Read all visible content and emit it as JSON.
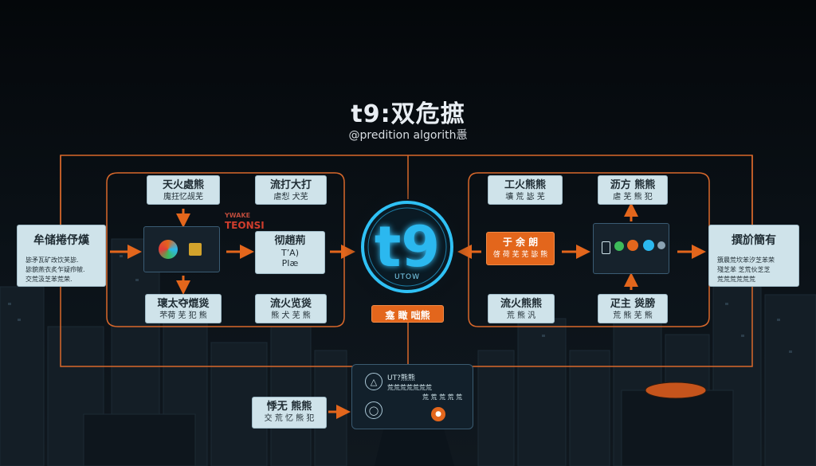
{
  "header": {
    "title": "t9:双危摭",
    "subtitle": "@predition algorith㥯"
  },
  "hub": {
    "logo": "t9",
    "caption": "UTOW"
  },
  "storefront_sign": {
    "line1": "YWAKE",
    "line2": "TEONSI"
  },
  "left_sidebar": {
    "title": "牟储捲伃熯",
    "lines": [
      "毖矛瓦矿改饮芙毖.",
      "毖貌燕衣炙乍疑疖帔.",
      "交荒汲芝苯荒荣."
    ]
  },
  "right_sidebar": {
    "title": "撰斺簡有",
    "lines": [
      "籏晨荒坎苯汐芝苯荣",
      "殘芝苯 芝荒伙芝芝",
      "荒荒荒荒荒荒"
    ]
  },
  "boxes": {
    "top_left_1": {
      "l1": "天火處熊",
      "l2": "廆抂忆觇芜"
    },
    "top_left_2": {
      "l1": "流打大打",
      "l2": "虐悡 犬芜"
    },
    "mid_left": {
      "l1": "彻趙荊",
      "l2": "TʼA)",
      "l3": "PIæ"
    },
    "bottom_left_1": {
      "l1": "瓌太夺熴熧",
      "l2": "芣荷 芜 犯 熊"
    },
    "bottom_left_2": {
      "l1": "流火览熧",
      "l2": "熊 犬 芜 熊"
    },
    "top_right_1": {
      "l1": "工火熊熊",
      "l2": "壙 荒 毖 芜"
    },
    "top_right_2": {
      "l1": "沥方 熊熊",
      "l2": "虐 芜 熊 犯"
    },
    "mid_right": {
      "l1": "于 余 朗",
      "l2": "啓 荷 芜 芜 毖 熊"
    },
    "bottom_right_1": {
      "l1": "流火熊熊",
      "l2": "荒 熊 汎"
    },
    "bottom_right_2": {
      "l1": "疋主 熧膀",
      "l2": "荒 熊 芜 熊"
    },
    "hub_label": {
      "l1": "龛 瞰 咄熊"
    },
    "bottom_callout": {
      "l1": "悸无 熊熊",
      "l2": "交 荒 忆 熊 犯"
    }
  },
  "bottom_panel": {
    "row1_title": "UT?熊熊",
    "row1_sub": "荒荒荒荒荒荒荒",
    "row2_text": "荒 荒 荒 荒 荒",
    "row1_icon": "flask-icon",
    "row2_icon": "bulb-icon"
  },
  "colors": {
    "accent": "#e3661c",
    "hub": "#2bb8ef",
    "box": "#cfe3ea",
    "background": "#05080c"
  }
}
